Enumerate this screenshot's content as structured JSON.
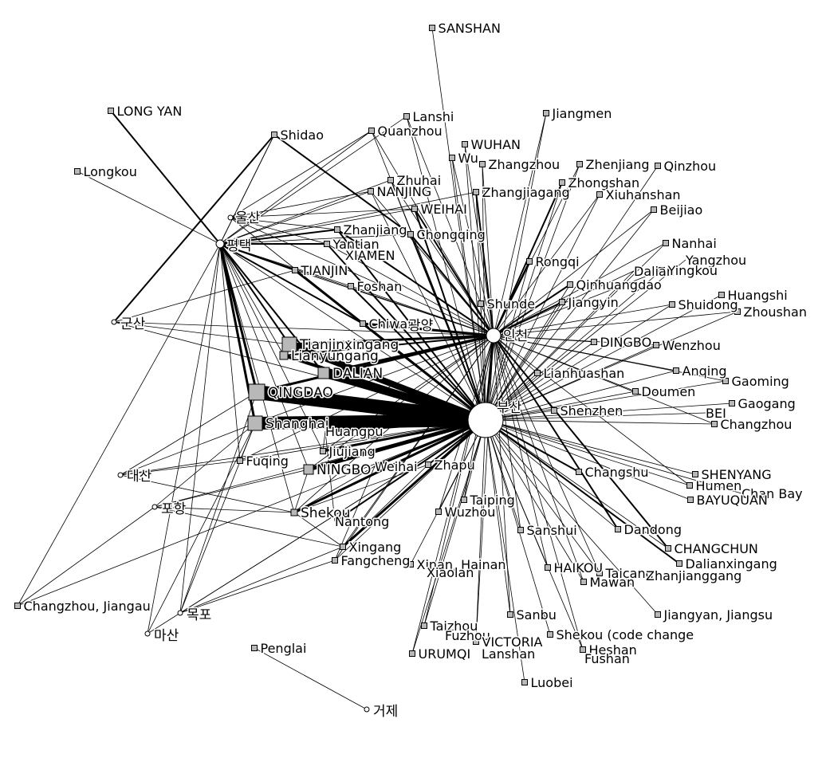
{
  "network": {
    "hubs": [
      {
        "id": "busan",
        "label": "부산",
        "shape": "circle"
      },
      {
        "id": "incheon",
        "label": "인천",
        "shape": "circle"
      },
      {
        "id": "pyeongtaek",
        "label": "평택",
        "shape": "circle"
      },
      {
        "id": "ulsan",
        "label": "울산",
        "shape": "circle"
      },
      {
        "id": "gunsan",
        "label": "군산",
        "shape": "circle"
      },
      {
        "id": "daesan",
        "label": "대산",
        "shape": "circle"
      },
      {
        "id": "pohang",
        "label": "포항",
        "shape": "circle"
      },
      {
        "id": "mokpo",
        "label": "목포",
        "shape": "circle"
      },
      {
        "id": "masan",
        "label": "마산",
        "shape": "circle"
      },
      {
        "id": "gwangyang",
        "label": "광양",
        "shape": "circle"
      },
      {
        "id": "geoje",
        "label": "거제",
        "shape": "circle"
      }
    ],
    "ports": [
      "SANSHAN",
      "LONG YAN",
      "Longkou",
      "Shidao",
      "Lanshi",
      "Quanzhou",
      "Jiangmen",
      "WUHAN",
      "Wu",
      "Zhangzhou",
      "Zhenjiang",
      "Qinzhou",
      "Zhuhai",
      "Zhongshan",
      "NANJING",
      "Zhangjiagang",
      "Xiuhanshan",
      "WEIHAI",
      "Beijiao",
      "Zhanjiang",
      "Chongqing",
      "Yantian",
      "XIAMEN",
      "Nanhai",
      "Yangzhou",
      "TIANJIN",
      "Rongqi",
      "Dalian",
      "Yingkou",
      "Foshan",
      "Qinhuangdao",
      "Huangshi",
      "Shunde",
      "Jiangyin",
      "Shuidong",
      "Zhoushan",
      "Chiwan",
      "DINGBO",
      "Wenzhou",
      "Tianjinxingang",
      "Lianyungang",
      "Anqing",
      "Lianhuashan",
      "Gaoming",
      "DALIAN",
      "Doumen",
      "Gaogang",
      "QINGDAO",
      "Shenzhen",
      "BEI",
      "Changzhou",
      "Shanghai",
      "Huangpu",
      "Jiujiang",
      "Fuqing",
      "Weihai",
      "NINGBO",
      "Zhapu",
      "Changshu",
      "SHENYANG",
      "Humen",
      "Chan Bay",
      "BAYUQUAN",
      "Shekou",
      "Taiping",
      "Wuzhou",
      "Nantong",
      "Sanshui",
      "Dandong",
      "Xingang",
      "CHANGCHUN",
      "Fangcheng",
      "Xinan, Hainan",
      "Xiaolan",
      "HAIKOU",
      "Taicang",
      "Zhanjianggang",
      "Dalianxingang",
      "Mawan",
      "Changzhou, Jiangau",
      "Sanbu",
      "Jiangyan, Jiangsu",
      "Taizhou",
      "Fuzhou",
      "Shekou (code change",
      "VICTORIA",
      "URUMQI",
      "Lanshan",
      "Heshan",
      "Fushan",
      "Penglai",
      "Luobei"
    ]
  }
}
